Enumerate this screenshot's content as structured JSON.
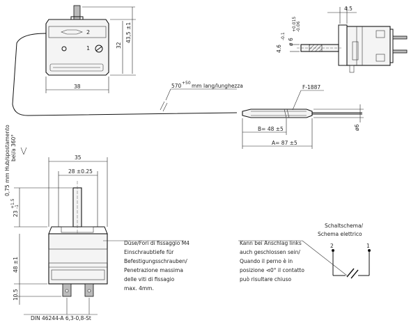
{
  "dimensions": {
    "top_width": "38",
    "top_height_inner": "32",
    "top_height_outer": "43,5 ±1",
    "capillary_length": "570",
    "capillary_length_tol": "+50",
    "capillary_length_unit": "mm lang/lunghezza",
    "bulb_name": "F-1887",
    "bulb_b": "B= 48 ±5",
    "bulb_a": "A= 87 ±5",
    "bulb_diameter": "ø6",
    "side_offset": "4.5",
    "shaft_diameter": "ø 6",
    "shaft_diameter_tol_upper": "+0.015",
    "shaft_diameter_tol_lower": "-0.06",
    "shaft_flat": "4.6",
    "shaft_flat_tol": "-0.1",
    "front_width_outer": "35",
    "front_width_inner": "28 ±0.25",
    "shaft_height": "23",
    "shaft_height_tol_upper": "+1.5",
    "shaft_height_tol_lower": "-1",
    "body_height": "48 ±1",
    "terminal_height": "10.5",
    "stroke_label": "0,75 mm Hub/spostamento",
    "rotation_label": "bei/a 360°",
    "terminal_standard": "DIN 46244-A 6,3-0,8-St"
  },
  "terminals": {
    "top_view_1": "1",
    "top_view_2": "2",
    "schema_1": "1",
    "schema_2": "2"
  },
  "notes": {
    "mounting_lines": [
      "Düse/Fori di fissaggio M4",
      "Einschraubtiefe für",
      "Befestigungsschrauben/",
      "Penetrazione massima",
      "delle viti di fissagio",
      "max. 4mm."
    ],
    "switch_lines": [
      "Kann bei Anschlag links",
      "auch geschlossen sein/",
      "Quando il perno è in",
      "posizione ⊲0° il contatto",
      "può risultare chiuso"
    ],
    "schema_title_1": "Schaltschema/",
    "schema_title_2": "Schema elettrico"
  }
}
